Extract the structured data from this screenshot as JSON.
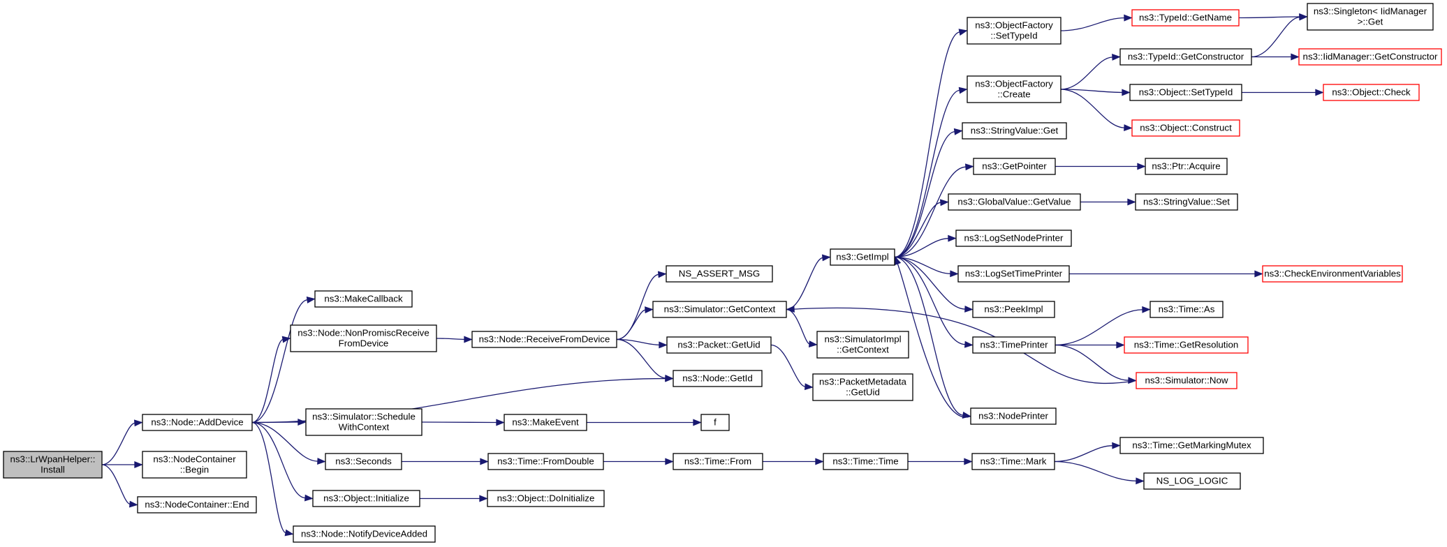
{
  "graph": {
    "nodes": [
      {
        "id": "n0",
        "lines": [
          "ns3::LrWpanHelper::",
          "Install"
        ],
        "style": "root"
      },
      {
        "id": "n1",
        "lines": [
          "ns3::Node::AddDevice"
        ],
        "style": "normal"
      },
      {
        "id": "n2",
        "lines": [
          "ns3::NodeContainer",
          "::Begin"
        ],
        "style": "normal"
      },
      {
        "id": "n3",
        "lines": [
          "ns3::NodeContainer::End"
        ],
        "style": "normal"
      },
      {
        "id": "n4",
        "lines": [
          "ns3::MakeCallback"
        ],
        "style": "normal"
      },
      {
        "id": "n5",
        "lines": [
          "ns3::Node::NonPromiscReceive",
          "FromDevice"
        ],
        "style": "normal"
      },
      {
        "id": "n6",
        "lines": [
          "ns3::Node::GetId"
        ],
        "style": "normal"
      },
      {
        "id": "n7",
        "lines": [
          "ns3::Simulator::Schedule",
          "WithContext"
        ],
        "style": "normal"
      },
      {
        "id": "n8",
        "lines": [
          "ns3::Seconds"
        ],
        "style": "normal"
      },
      {
        "id": "n9",
        "lines": [
          "ns3::Object::Initialize"
        ],
        "style": "normal"
      },
      {
        "id": "n10",
        "lines": [
          "ns3::Node::NotifyDeviceAdded"
        ],
        "style": "normal"
      },
      {
        "id": "n11",
        "lines": [
          "ns3::Node::ReceiveFromDevice"
        ],
        "style": "normal"
      },
      {
        "id": "n12",
        "lines": [
          "NS_ASSERT_MSG"
        ],
        "style": "normal"
      },
      {
        "id": "n13",
        "lines": [
          "ns3::Simulator::GetContext"
        ],
        "style": "normal"
      },
      {
        "id": "n14",
        "lines": [
          "ns3::Packet::GetUid"
        ],
        "style": "normal"
      },
      {
        "id": "n15",
        "lines": [
          "ns3::MakeEvent"
        ],
        "style": "normal"
      },
      {
        "id": "n16",
        "lines": [
          "f"
        ],
        "style": "normal"
      },
      {
        "id": "n17",
        "lines": [
          "ns3::Time::FromDouble"
        ],
        "style": "normal"
      },
      {
        "id": "n18",
        "lines": [
          "ns3::Time::From"
        ],
        "style": "normal"
      },
      {
        "id": "n19",
        "lines": [
          "ns3::Time::Time"
        ],
        "style": "normal"
      },
      {
        "id": "n20",
        "lines": [
          "ns3::Time::Mark"
        ],
        "style": "normal"
      },
      {
        "id": "n21",
        "lines": [
          "ns3::Time::GetMarkingMutex"
        ],
        "style": "normal"
      },
      {
        "id": "n22",
        "lines": [
          "NS_LOG_LOGIC"
        ],
        "style": "normal"
      },
      {
        "id": "n23",
        "lines": [
          "ns3::Object::DoInitialize"
        ],
        "style": "normal"
      },
      {
        "id": "n24",
        "lines": [
          "ns3::GetImpl"
        ],
        "style": "normal"
      },
      {
        "id": "n25",
        "lines": [
          "ns3::SimulatorImpl",
          "::GetContext"
        ],
        "style": "normal"
      },
      {
        "id": "n26",
        "lines": [
          "ns3::PacketMetadata",
          "::GetUid"
        ],
        "style": "normal"
      },
      {
        "id": "n27",
        "lines": [
          "ns3::ObjectFactory",
          "::SetTypeId"
        ],
        "style": "normal"
      },
      {
        "id": "n28",
        "lines": [
          "ns3::ObjectFactory",
          "::Create"
        ],
        "style": "normal"
      },
      {
        "id": "n29",
        "lines": [
          "ns3::StringValue::Get"
        ],
        "style": "normal"
      },
      {
        "id": "n30",
        "lines": [
          "ns3::GetPointer"
        ],
        "style": "normal"
      },
      {
        "id": "n31",
        "lines": [
          "ns3::GlobalValue::GetValue"
        ],
        "style": "normal"
      },
      {
        "id": "n32",
        "lines": [
          "ns3::LogSetNodePrinter"
        ],
        "style": "normal"
      },
      {
        "id": "n33",
        "lines": [
          "ns3::LogSetTimePrinter"
        ],
        "style": "normal"
      },
      {
        "id": "n34",
        "lines": [
          "ns3::PeekImpl"
        ],
        "style": "normal"
      },
      {
        "id": "n35",
        "lines": [
          "ns3::TimePrinter"
        ],
        "style": "normal"
      },
      {
        "id": "n36",
        "lines": [
          "ns3::NodePrinter"
        ],
        "style": "normal"
      },
      {
        "id": "n37",
        "lines": [
          "ns3::TypeId::GetName"
        ],
        "style": "red"
      },
      {
        "id": "n38",
        "lines": [
          "ns3::Singleton< IidManager",
          " >::Get"
        ],
        "style": "normal"
      },
      {
        "id": "n39",
        "lines": [
          "ns3::TypeId::GetConstructor"
        ],
        "style": "normal"
      },
      {
        "id": "n40",
        "lines": [
          "ns3::IidManager::GetConstructor"
        ],
        "style": "red"
      },
      {
        "id": "n41",
        "lines": [
          "ns3::Object::SetTypeId"
        ],
        "style": "normal"
      },
      {
        "id": "n42",
        "lines": [
          "ns3::Object::Check"
        ],
        "style": "red"
      },
      {
        "id": "n43",
        "lines": [
          "ns3::Object::Construct"
        ],
        "style": "red"
      },
      {
        "id": "n44",
        "lines": [
          "ns3::Ptr::Acquire"
        ],
        "style": "normal"
      },
      {
        "id": "n45",
        "lines": [
          "ns3::StringValue::Set"
        ],
        "style": "normal"
      },
      {
        "id": "n46",
        "lines": [
          "ns3::CheckEnvironmentVariables"
        ],
        "style": "red"
      },
      {
        "id": "n47",
        "lines": [
          "ns3::Time::As"
        ],
        "style": "normal"
      },
      {
        "id": "n48",
        "lines": [
          "ns3::Time::GetResolution"
        ],
        "style": "red"
      },
      {
        "id": "n49",
        "lines": [
          "ns3::Simulator::Now"
        ],
        "style": "red"
      }
    ],
    "edges": [
      [
        "n0",
        "n1"
      ],
      [
        "n0",
        "n2"
      ],
      [
        "n0",
        "n3"
      ],
      [
        "n1",
        "n4"
      ],
      [
        "n1",
        "n5"
      ],
      [
        "n1",
        "n6"
      ],
      [
        "n1",
        "n7"
      ],
      [
        "n1",
        "n8"
      ],
      [
        "n1",
        "n9"
      ],
      [
        "n1",
        "n10"
      ],
      [
        "n5",
        "n11"
      ],
      [
        "n11",
        "n12"
      ],
      [
        "n11",
        "n13"
      ],
      [
        "n11",
        "n14"
      ],
      [
        "n11",
        "n6"
      ],
      [
        "n7",
        "n15"
      ],
      [
        "n15",
        "n16"
      ],
      [
        "n8",
        "n17"
      ],
      [
        "n17",
        "n18"
      ],
      [
        "n18",
        "n19"
      ],
      [
        "n19",
        "n20"
      ],
      [
        "n20",
        "n21"
      ],
      [
        "n20",
        "n22"
      ],
      [
        "n9",
        "n23"
      ],
      [
        "n13",
        "n24"
      ],
      [
        "n13",
        "n25"
      ],
      [
        "n14",
        "n26"
      ],
      [
        "n24",
        "n27"
      ],
      [
        "n24",
        "n28"
      ],
      [
        "n24",
        "n29"
      ],
      [
        "n24",
        "n30"
      ],
      [
        "n24",
        "n31"
      ],
      [
        "n24",
        "n32"
      ],
      [
        "n24",
        "n33"
      ],
      [
        "n24",
        "n34"
      ],
      [
        "n24",
        "n35"
      ],
      [
        "n24",
        "n36"
      ],
      [
        "n27",
        "n37"
      ],
      [
        "n37",
        "n38"
      ],
      [
        "n28",
        "n39"
      ],
      [
        "n28",
        "n41"
      ],
      [
        "n28",
        "n43"
      ],
      [
        "n39",
        "n38"
      ],
      [
        "n39",
        "n40"
      ],
      [
        "n41",
        "n42"
      ],
      [
        "n30",
        "n44"
      ],
      [
        "n31",
        "n45"
      ],
      [
        "n33",
        "n46"
      ],
      [
        "n35",
        "n47"
      ],
      [
        "n35",
        "n48"
      ],
      [
        "n35",
        "n49"
      ],
      [
        "n36",
        "n24"
      ],
      [
        "n49",
        "n13"
      ]
    ]
  }
}
